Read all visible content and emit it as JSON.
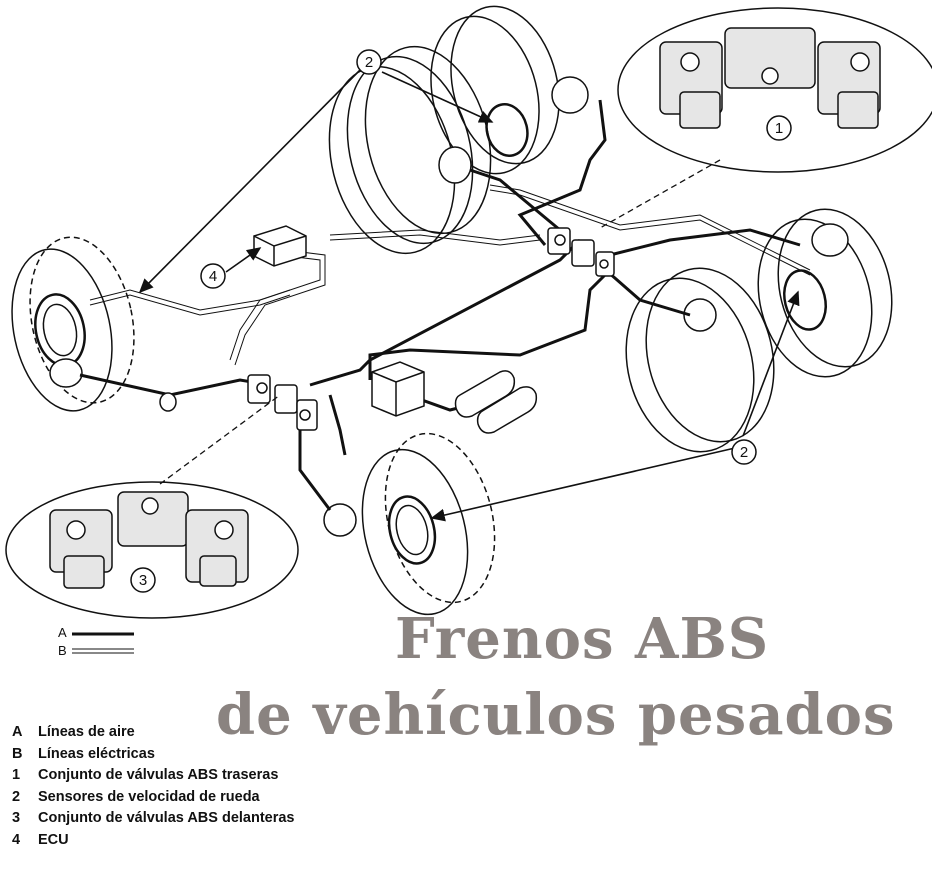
{
  "title": {
    "line1": "Frenos ABS",
    "line2": "de vehículos pesados"
  },
  "line_key": {
    "a": "A",
    "b": "B"
  },
  "legend": [
    {
      "key": "A",
      "label": "Líneas de aire"
    },
    {
      "key": "B",
      "label": "Líneas eléctricas"
    },
    {
      "key": "1",
      "label": "Conjunto de válvulas ABS traseras"
    },
    {
      "key": "2",
      "label": "Sensores de velocidad de rueda"
    },
    {
      "key": "3",
      "label": "Conjunto de válvulas ABS delanteras"
    },
    {
      "key": "4",
      "label": "ECU"
    }
  ],
  "callouts": {
    "rear_valves": "1",
    "sensor_top": "2",
    "sensor_bottom": "2",
    "front_valves": "3",
    "ecu": "4"
  },
  "colors": {
    "title": "#8a8380",
    "ink": "#111111",
    "background": "#ffffff"
  }
}
